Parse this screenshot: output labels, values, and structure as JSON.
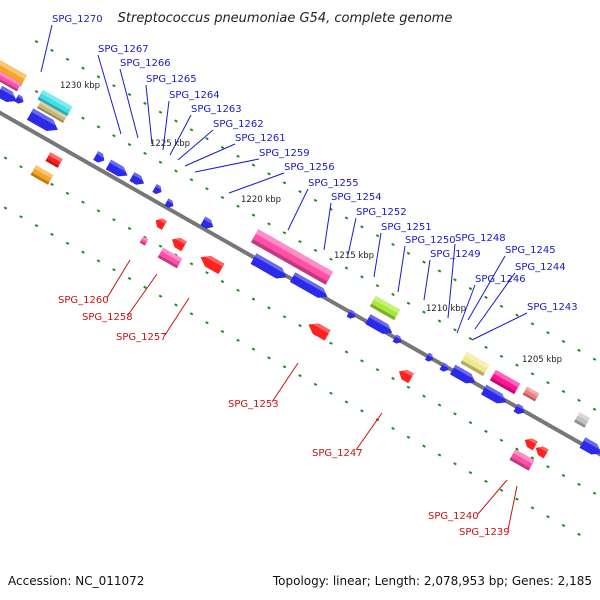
{
  "title": "Streptococcus pneumoniae G54, complete genome",
  "footer": {
    "accession": "Accession: NC_011072",
    "stats": "Topology: linear; Length: 2,078,953 bp; Genes: 2,185"
  },
  "colors": {
    "forward_label": "#1a1acc",
    "reverse_label": "#cc1111",
    "backbone": "#777777",
    "tick": "#228b22"
  },
  "kbp_markers": [
    "1230 kbp",
    "1225 kbp",
    "1220 kbp",
    "1215 kbp",
    "1210 kbp",
    "1205 kbp"
  ],
  "genes_top": [
    "SPG_1270",
    "SPG_1267",
    "SPG_1266",
    "SPG_1265",
    "SPG_1264",
    "SPG_1263",
    "SPG_1262",
    "SPG_1261",
    "SPG_1259",
    "SPG_1256",
    "SPG_1255",
    "SPG_1254",
    "SPG_1252",
    "SPG_1251",
    "SPG_1250",
    "SPG_1249",
    "SPG_1248",
    "SPG_1245",
    "SPG_1244",
    "SPG_1246",
    "SPG_1243"
  ],
  "genes_bottom": [
    "SPG_1260",
    "SPG_1258",
    "SPG_1257",
    "SPG_1253",
    "SPG_1247",
    "SPG_1240",
    "SPG_1239"
  ]
}
